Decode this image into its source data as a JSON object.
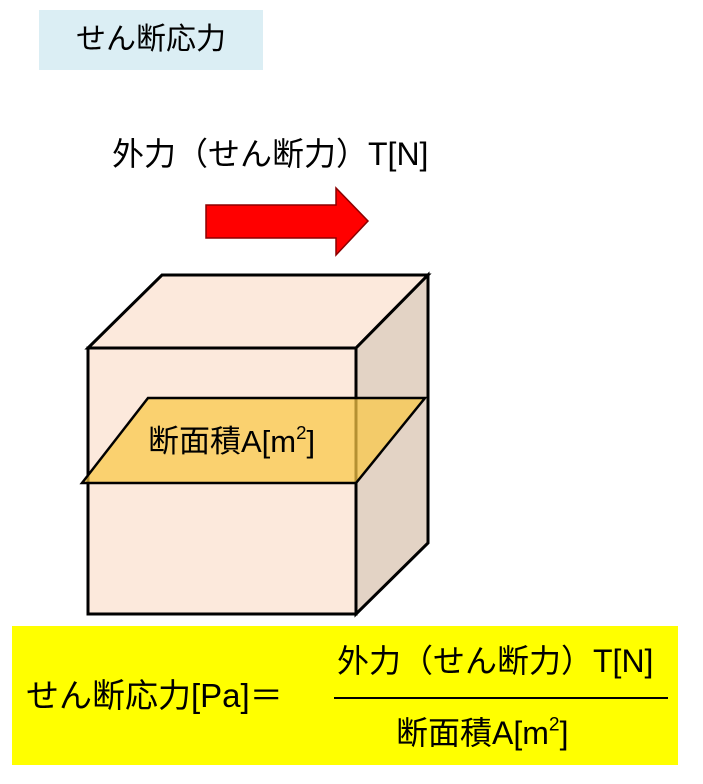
{
  "title": "せん断応力",
  "force_label": "外力（せん断力）T[N]",
  "area_label": {
    "text": "断面積A[m",
    "sup": "2",
    "close": "]"
  },
  "formula": {
    "lhs": "せん断応力[Pa]＝",
    "numerator": "外力（せん断力）T[N]",
    "denominator": {
      "text": "断面積A[m",
      "sup": "2",
      "close": "]"
    }
  },
  "colors": {
    "arrow": "#ff0000",
    "plane": "#f9d56e",
    "cube_front": "#fce9dc",
    "cube_side": "#e3d3c5",
    "formula_bg": "#ffff00",
    "title_bg": "#dbeef4"
  }
}
